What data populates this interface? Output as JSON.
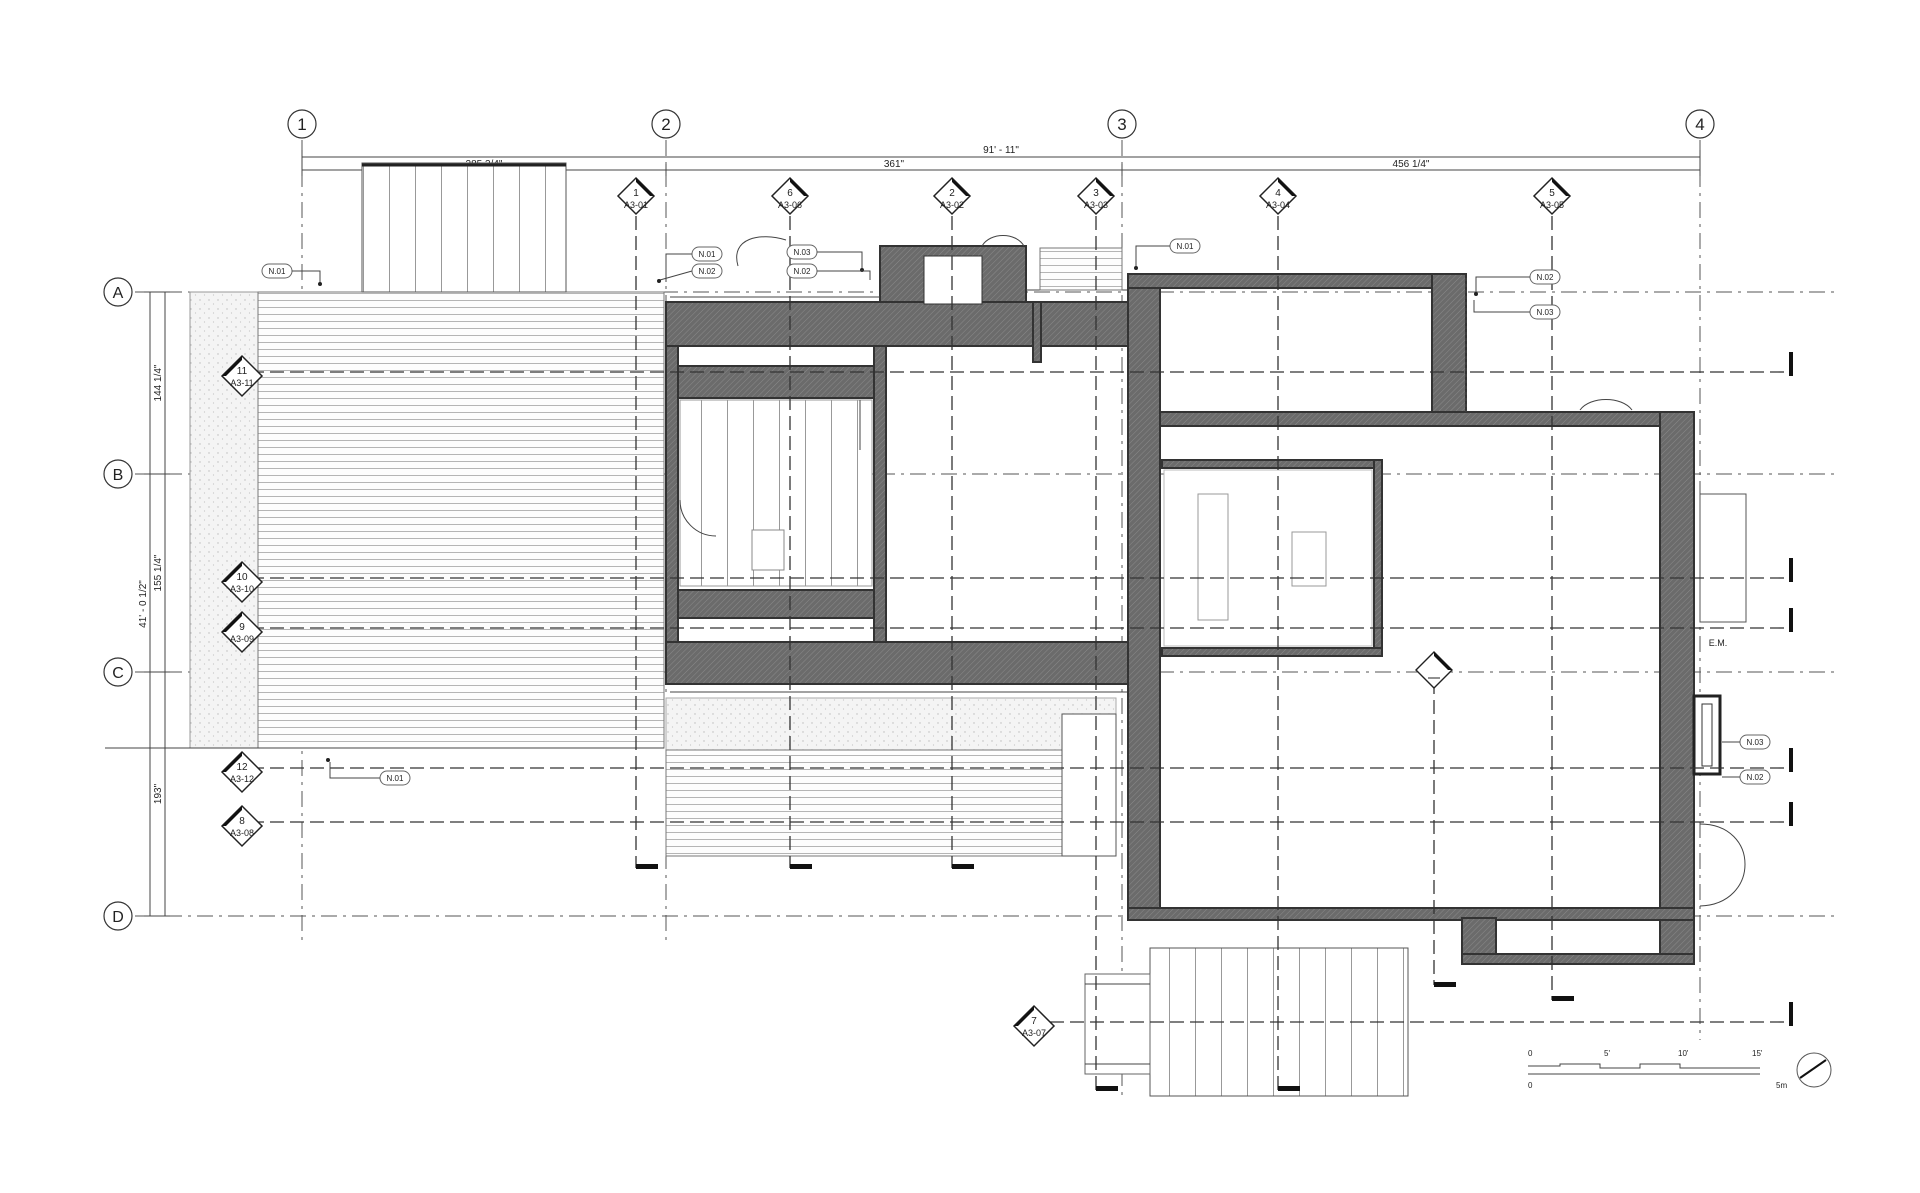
{
  "grid": {
    "columns": [
      "1",
      "2",
      "3",
      "4"
    ],
    "rows": [
      "A",
      "B",
      "C",
      "D"
    ]
  },
  "dimensions": {
    "overall": "91' - 11\"",
    "bay_1_2_top": "285 3/4\"",
    "bay_2_3": "361\"",
    "bay_3_4": "456 1/4\"",
    "row_a_b": "144 1/4\"",
    "row_b_c": "155 1/4\"",
    "row_overall": "41' - 0 1/2\"",
    "row_c_d": "193\""
  },
  "sections_top": [
    {
      "num": "1",
      "sheet": "A3-01"
    },
    {
      "num": "6",
      "sheet": "A3-06"
    },
    {
      "num": "2",
      "sheet": "A3-02"
    },
    {
      "num": "3",
      "sheet": "A3-03"
    },
    {
      "num": "4",
      "sheet": "A3-04"
    },
    {
      "num": "5",
      "sheet": "A3-05"
    }
  ],
  "sections_left": [
    {
      "num": "11",
      "sheet": "A3-11"
    },
    {
      "num": "10",
      "sheet": "A3-10"
    },
    {
      "num": "9",
      "sheet": "A3-09"
    },
    {
      "num": "12",
      "sheet": "A3-12"
    },
    {
      "num": "8",
      "sheet": "A3-08"
    },
    {
      "num": "7",
      "sheet": "A3-07"
    }
  ],
  "notes": {
    "n01": "N.01",
    "n02": "N.02",
    "n03": "N.03",
    "em": "E.M."
  },
  "scale_bar": {
    "imperial": [
      "0",
      "5'",
      "10'",
      "15'"
    ],
    "metric": [
      "0",
      "5m"
    ]
  },
  "colors": {
    "wall_fill": "#6b6b6b",
    "line": "#333333"
  }
}
